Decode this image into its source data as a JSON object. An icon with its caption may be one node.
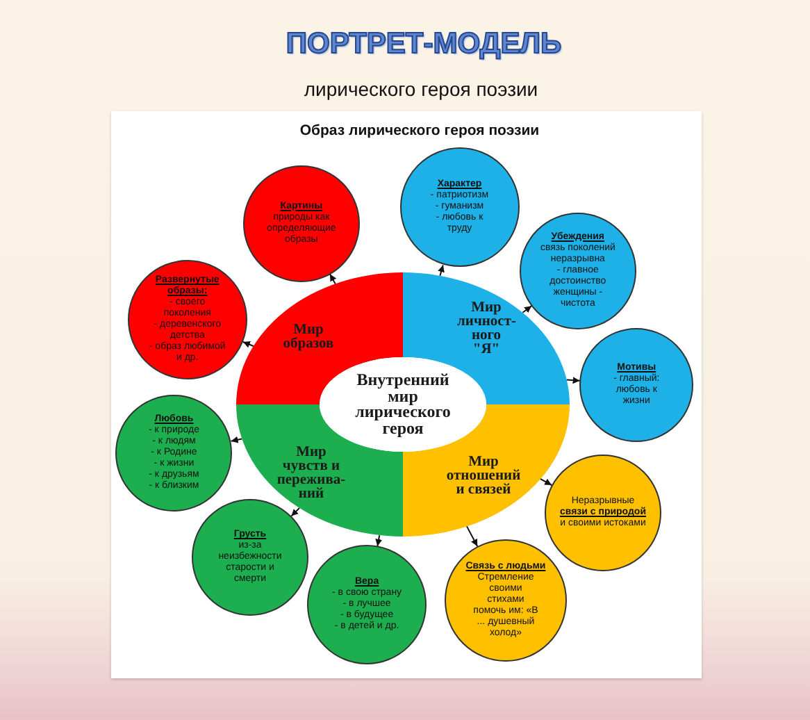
{
  "diagram": {
    "title": "ПОРТРЕТ-МОДЕЛЬ",
    "nodes": [
      {
        "text": [
          "Внутренний мир лирического героя"
        ]
      },
      {
        "text": [
          "Мир образов"
        ]
      },
      {
        "text": [
          "Мир личност-ного \"Я\""
        ]
      },
      {
        "text": [
          "Мир отношений и связей"
        ]
      },
      {
        "text": [
          "Мир чувств и пережива-ний"
        ]
      },
      {
        "text": [
          "Картины",
          "природы как определяющие образы"
        ]
      },
      {
        "text": [
          "Характер",
          "- патриотизм",
          "- гуманизм",
          "- любовь к труду"
        ]
      },
      {
        "text": [
          "Убеждения",
          "связь поколений неразрывна",
          "- главное достоинство женщины - чистота"
        ]
      },
      {
        "text": [
          "Мотивы",
          "- главный: любовь к жизни"
        ]
      },
      {
        "text": [
          "Неразрывные **связи с природой** и своими истоками"
        ]
      },
      {
        "text": [
          "Связь с людьми",
          "Стремление своими стихами помочь им: «В ... душевный холод»"
        ]
      },
      {
        "text": [
          "Вера",
          "- в свою страну",
          "- в лучшее",
          "- в будущее",
          "- в детей и др."
        ]
      },
      {
        "text": [
          "Грусть",
          "из-за неизбежности старости и смерти"
        ]
      },
      {
        "text": [
          "Любовь",
          "- к природе",
          "- к людям",
          "- к Родине",
          "- к жизни",
          "- к друзьям",
          "- к близким"
        ]
      },
      {
        "text": [
          "Развернутые образы:",
          "- своего поколения",
          "- деревенского детства",
          "- образ любимой и др."
        ]
      }
    ],
    "edges": [
      {
        "from": 1,
        "to": 5,
        "arrow": "to"
      },
      {
        "from": 2,
        "to": 6,
        "arrow": "to"
      },
      {
        "from": 2,
        "to": 7,
        "arrow": "to"
      },
      {
        "from": 2,
        "to": 8,
        "arrow": "to"
      },
      {
        "from": 3,
        "to": 9,
        "arrow": "to"
      },
      {
        "from": 3,
        "to": 10,
        "arrow": "to"
      },
      {
        "from": 4,
        "to": 11,
        "arrow": "to"
      },
      {
        "from": 4,
        "to": 12,
        "arrow": "to"
      },
      {
        "from": 4,
        "to": 13,
        "arrow": "to"
      },
      {
        "from": 1,
        "to": 14,
        "arrow": "to"
      }
    ],
    "labels": [
      "лирического героя поэзии",
      "Образ лирического героя поэзии"
    ]
  }
}
